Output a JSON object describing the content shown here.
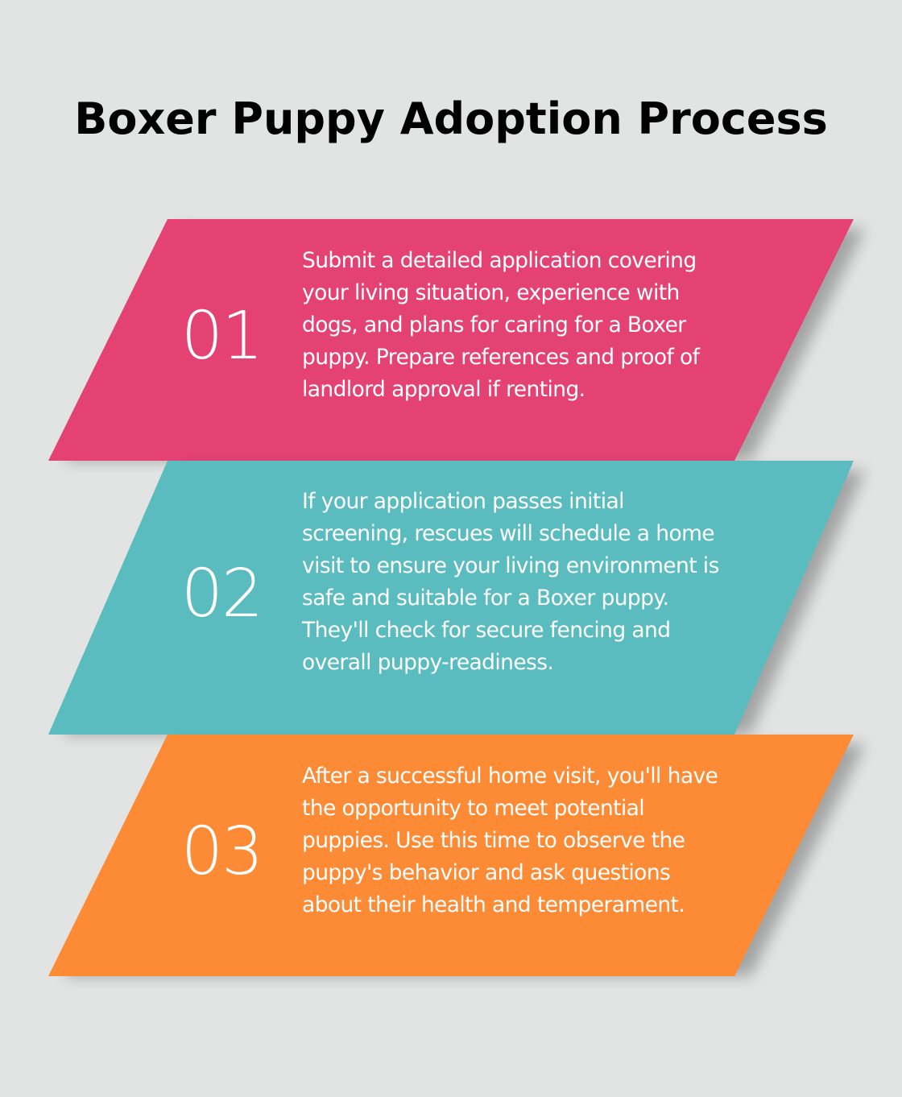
{
  "title": "Boxer Puppy Adoption Process",
  "colors": {
    "background": "#e2e4e3",
    "step1": "#e44272",
    "step2": "#5bbcbf",
    "step3": "#fd8a35"
  },
  "steps": [
    {
      "number": "01",
      "text": "Submit a detailed application covering your living situation, experience with dogs, and plans for caring for a Boxer puppy. Prepare references and proof of landlord approval if renting."
    },
    {
      "number": "02",
      "text": "If your application passes initial screening, rescues will schedule a home visit to ensure your living environment is safe and suitable for a Boxer puppy. They'll check for secure fencing and overall puppy-readiness."
    },
    {
      "number": "03",
      "text": "After a successful home visit, you'll have the opportunity to meet potential puppies. Use this time to observe the puppy's behavior and ask questions about their health and temperament."
    }
  ]
}
